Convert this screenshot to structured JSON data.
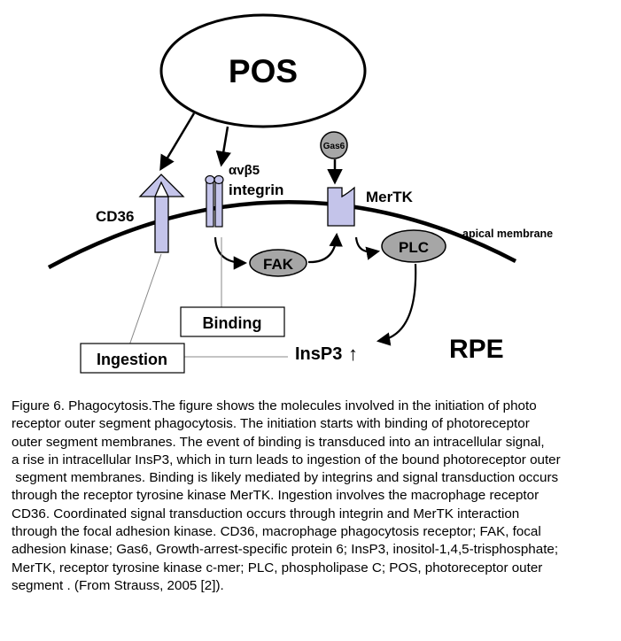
{
  "diagram": {
    "pos_label": "POS",
    "cd36_label": "CD36",
    "integrin_greek": "αvβ5",
    "integrin_label": "integrin",
    "gas6_label": "Gas6",
    "mertk_label": "MerTK",
    "fak_label": "FAK",
    "plc_label": "PLC",
    "apical_membrane_label": "apical membrane",
    "binding_label": "Binding",
    "ingestion_label": "Ingestion",
    "insp3_label": "InsP3",
    "insp3_arrow": "↑",
    "rpe_label": "RPE",
    "colors": {
      "receptor_fill": "#c4c4ea",
      "node_fill": "#a6a6a6",
      "line": "#000000"
    }
  },
  "caption": {
    "lines": [
      "Figure 6. Phagocytosis.The figure shows the molecules involved in the initiation of photo",
      "receptor outer segment phagocytosis. The initiation starts with binding of photoreceptor",
      "outer segment membranes. The event of binding is transduced into an intracellular signal,",
      "a rise in intracellular InsP3, which in turn leads to ingestion of the bound photoreceptor outer",
      " segment membranes. Binding is likely mediated by integrins and signal transduction occurs",
      "through the receptor tyrosine kinase MerTK. Ingestion involves the macrophage receptor",
      "CD36. Coordinated signal transduction occurs through integrin and MerTK interaction",
      "through the focal adhesion kinase. CD36, macrophage phagocytosis receptor; FAK, focal",
      "adhesion kinase; Gas6, Growth-arrest-specific protein 6; InsP3, inositol-1,4,5-trisphosphate;",
      "MerTK, receptor tyrosine kinase c-mer; PLC, phospholipase C; POS, photoreceptor outer",
      "segment . (From Strauss, 2005 [2])."
    ]
  }
}
